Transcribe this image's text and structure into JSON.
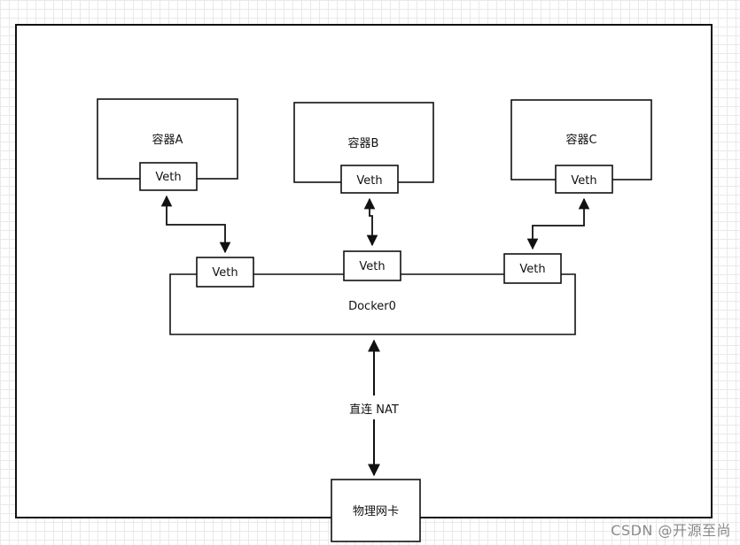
{
  "containers": [
    {
      "label": "容器A",
      "veth": "Veth"
    },
    {
      "label": "容器B",
      "veth": "Veth"
    },
    {
      "label": "容器C",
      "veth": "Veth"
    }
  ],
  "bridge": {
    "label": "Docker0",
    "veths": [
      "Veth",
      "Veth",
      "Veth"
    ]
  },
  "link_label": "直连 NAT",
  "nic_label": "物理网卡",
  "watermark": "CSDN @开源至尚"
}
